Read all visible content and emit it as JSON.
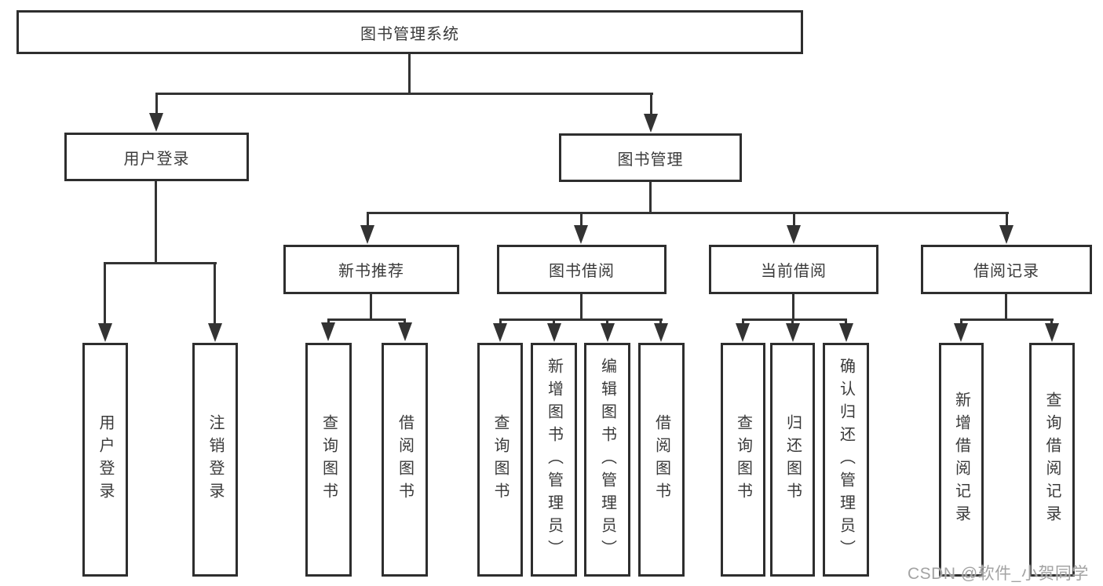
{
  "root": {
    "label": "图书管理系统"
  },
  "level2": {
    "user_login": {
      "label": "用户登录"
    },
    "book_mgmt": {
      "label": "图书管理"
    }
  },
  "level3": {
    "new_books": {
      "label": "新书推荐"
    },
    "book_borrow": {
      "label": "图书借阅"
    },
    "current_borrow": {
      "label": "当前借阅"
    },
    "borrow_records": {
      "label": "借阅记录"
    }
  },
  "leaves": {
    "user_login": {
      "login": "用户登录",
      "logout": "注销登录"
    },
    "new_books": {
      "query": "查询图书",
      "borrow": "借阅图书"
    },
    "book_borrow": {
      "query": "查询图书",
      "add": "新增图书（管理员）",
      "edit": "编辑图书（管理员）",
      "borrow": "借阅图书"
    },
    "current_borrow": {
      "query": "查询图书",
      "return": "归还图书",
      "confirm": "确认归还（管理员）"
    },
    "borrow_records": {
      "add": "新增借阅记录",
      "query": "查询借阅记录"
    }
  },
  "watermark": "CSDN @软件_小贺同学",
  "colors": {
    "line": "#333333",
    "box_border": "#2e2e2e",
    "text": "#3a3a3a",
    "watermark": "#a3a3a3",
    "background": "#ffffff"
  }
}
